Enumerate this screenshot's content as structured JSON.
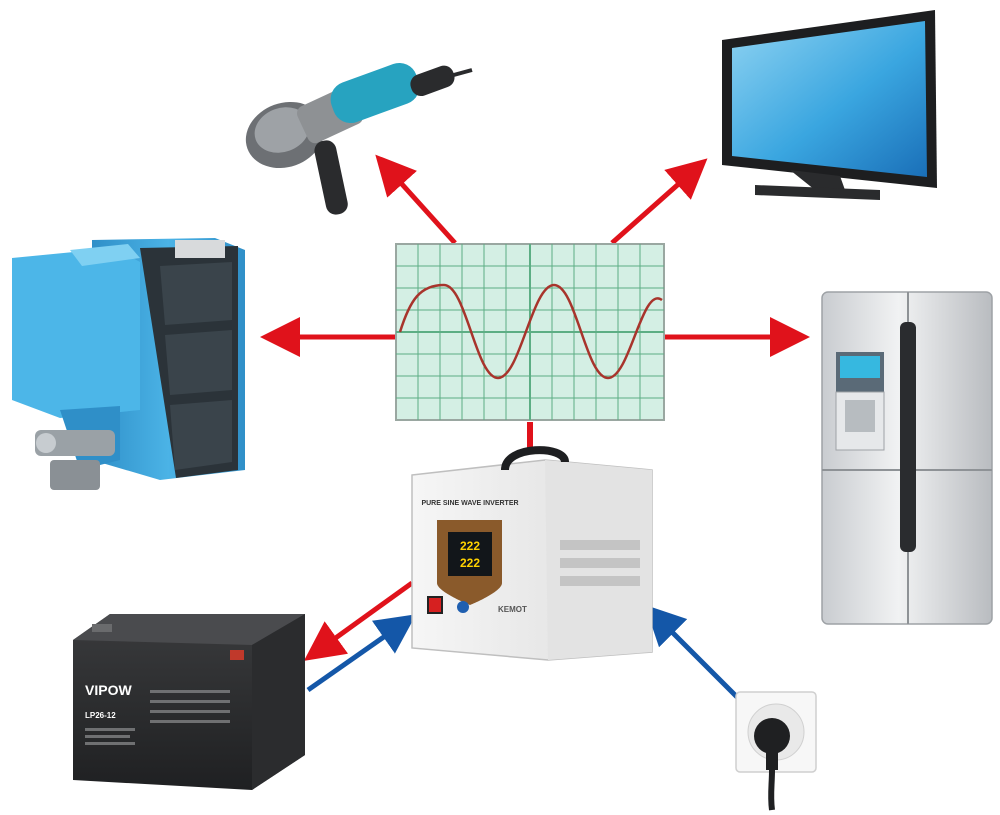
{
  "inverter": {
    "header_label": "PURE SINE WAVE INVERTER",
    "display_top": "222",
    "display_bottom": "222",
    "brand": "KEMOT"
  },
  "battery": {
    "brand": "VIPOW",
    "model": "LP26-12"
  },
  "devices": [
    "angle-grinder",
    "television",
    "pellet-boiler",
    "refrigerator",
    "battery",
    "wall-socket"
  ],
  "colors": {
    "output_arrow": "#e0121b",
    "input_arrow": "#1457a8",
    "scope_bg": "#d4efe4",
    "scope_grid": "#5cae84",
    "sine_wave": "#a8342c",
    "inverter_body": "#eeeeee",
    "boiler_body": "#3ea6dc"
  }
}
